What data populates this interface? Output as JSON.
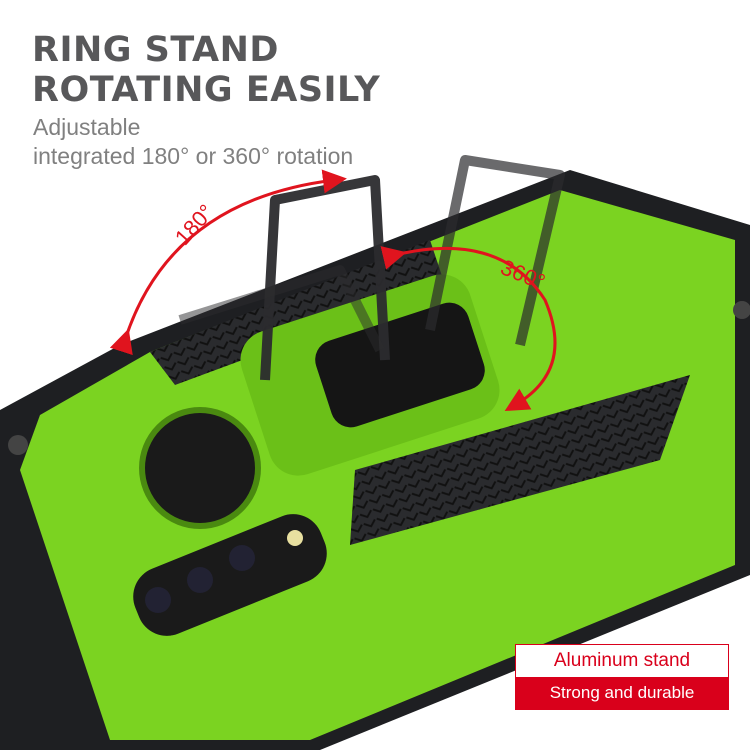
{
  "headline": {
    "line1": "RING STAND",
    "line2": "ROTATING EASILY"
  },
  "subtitle": {
    "line1": "Adjustable",
    "line2": "integrated 180° or 360° rotation"
  },
  "rotation_labels": {
    "left": "180°",
    "right": "360°"
  },
  "badge": {
    "top": "Aluminum stand",
    "bottom": "Strong and durable"
  },
  "colors": {
    "case_green": "#7bd321",
    "accent_red": "#d9001b",
    "headline_gray": "#58585a",
    "bumper_black": "#1e1f22"
  }
}
